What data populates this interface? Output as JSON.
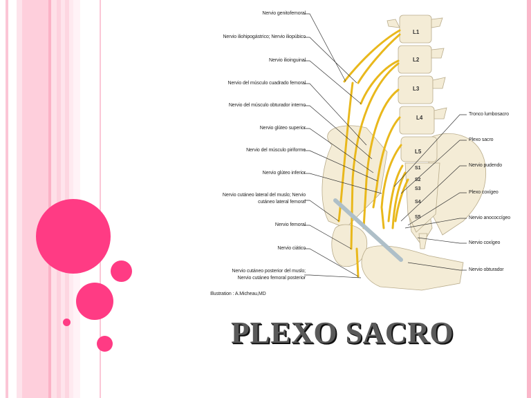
{
  "slide": {
    "title": "PLEXO SACRO",
    "accent_color": "#ff3b84",
    "stripe_color": "#fdcfdc"
  },
  "diagram": {
    "left_labels": [
      "Nervio genitofemoral",
      "Nervio iliohipogástrico; Nervio iliopúbico",
      "Nervio ilioinguinal",
      "Nervio del músculo cuadrado femoral",
      "Nervio del músculo obturador interno",
      "Nervio glúteo superior",
      "Nervio del músculo piriforme",
      "Nervio glúteo inferior",
      "Nervio cutáneo lateral del muslo; Nervio",
      "cutáneo lateral femoral",
      "Nervio femoral",
      "Nervio ciático",
      "Nervio cutáneo posterior del muslo;",
      "Nervio cutáneo femoral posterior"
    ],
    "right_labels": [
      "Tronco lumbosacro",
      "Plexo sacro",
      "Nervio pudendo",
      "Plexo coxígeo",
      "Nervio anococcígeo",
      "Nervio coxígeo",
      "Nervio obturador"
    ],
    "vertebrae": [
      "L1",
      "L2",
      "L3",
      "L4",
      "L5",
      "S1",
      "S2",
      "S3",
      "S4",
      "S5"
    ],
    "credit": "Illustration : A.Micheau,MD"
  }
}
